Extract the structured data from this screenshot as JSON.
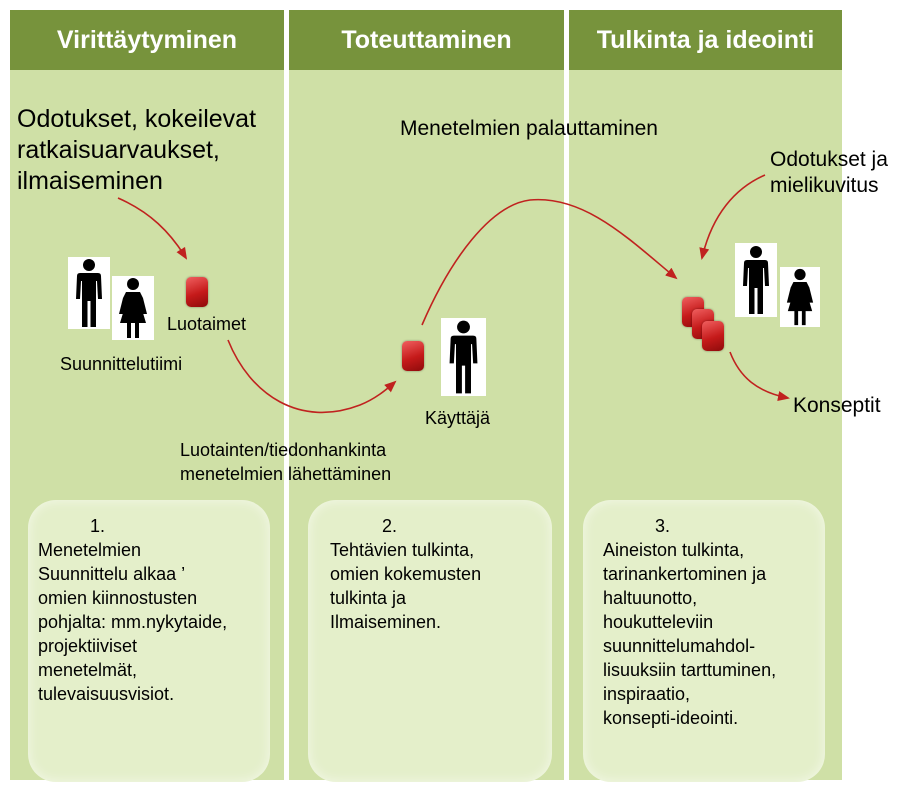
{
  "columns": [
    {
      "title": "Virittäytyminen"
    },
    {
      "title": "Toteuttaminen"
    },
    {
      "title": "Tulkinta ja ideointi"
    }
  ],
  "labels": {
    "odotukset_kokeilevat": "Odotukset, kokeilevat",
    "ratkaisuarvaukset": "ratkaisuarvaukset,",
    "ilmaiseminen": "ilmaiseminen",
    "luotaimet": "Luotaimet",
    "suunnittelutiimi": "Suunnittelutiimi",
    "menetelmien_palauttaminen": "Menetelmien palauttaminen",
    "odotukset_ja": "Odotukset ja",
    "mielikuvitus": "mielikuvitus",
    "kayttaja": "Käyttäjä",
    "konseptit": "Konseptit",
    "lahettaminen_1": "Luotainten/tiedonhankinta",
    "lahettaminen_2": "menetelmien lähettäminen"
  },
  "boxes": [
    {
      "number": "1.",
      "lines": [
        "Menetelmien",
        "Suunnittelu alkaa ’",
        "omien kiinnostusten",
        "pohjalta: mm.nykytaide,",
        "projektiiviset",
        "menetelmät,",
        "tulevaisuusvisiot."
      ]
    },
    {
      "number": "2.",
      "lines": [
        "Tehtävien tulkinta,",
        "omien kokemusten",
        "tulkinta  ja",
        "Ilmaiseminen."
      ]
    },
    {
      "number": "3.",
      "lines": [
        "Aineiston tulkinta,",
        "tarinankertominen ja",
        "haltuunotto,",
        "houkutteleviin",
        "suunnittelumahdol-",
        "lisuuksiin tarttuminen,",
        "inspiraatio,",
        "konsepti-ideointi."
      ]
    }
  ],
  "colors": {
    "header_bg": "#77933c",
    "column_bg": "#cfe0a6",
    "box_bg": "#e4efca",
    "arrow": "#c0221f"
  }
}
